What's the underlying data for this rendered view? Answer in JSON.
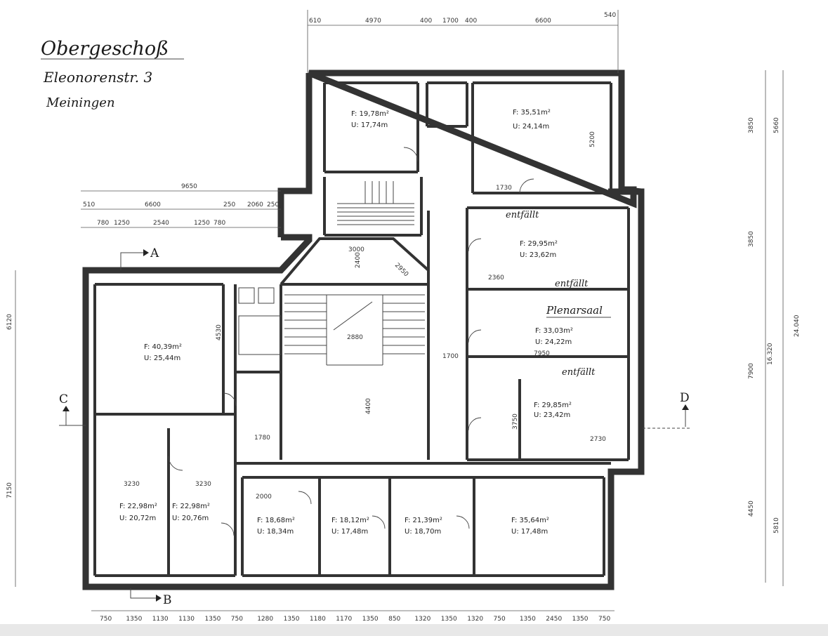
{
  "header": {
    "title": "Obergeschoß",
    "street": "Eleonorenstr. 3",
    "city": "Meiningen"
  },
  "section_marks": {
    "a": "A",
    "b": "B",
    "c": "C",
    "d": "D"
  },
  "rooms": [
    {
      "id": "r1",
      "area": "F: 19,78m²",
      "perimeter": "U: 17,74m"
    },
    {
      "id": "r2",
      "area": "F: 35,51m²",
      "perimeter": "U: 24,14m"
    },
    {
      "id": "r3",
      "area": "F: 40,39m²",
      "perimeter": "U: 25,44m"
    },
    {
      "id": "r4",
      "area": "F: 29,95m²",
      "perimeter": "U: 23,62m"
    },
    {
      "id": "r5",
      "area": "F: 33,03m²",
      "perimeter": "U: 24,22m"
    },
    {
      "id": "r6",
      "area": "F: 29,85m²",
      "perimeter": "U: 23,42m"
    },
    {
      "id": "r7",
      "area": "F: 22,98m²",
      "perimeter": "U: 20,72m"
    },
    {
      "id": "r8",
      "area": "F: 22,98m²",
      "perimeter": "U: 20,76m"
    },
    {
      "id": "r9",
      "area": "F: 18,68m²",
      "perimeter": "U: 18,34m"
    },
    {
      "id": "r10",
      "area": "F: 18,12m²",
      "perimeter": "U: 17,48m"
    },
    {
      "id": "r11",
      "area": "F: 21,39m²",
      "perimeter": "U: 18,70m"
    },
    {
      "id": "r12",
      "area": "F: 35,64m²",
      "perimeter": "U: 17,48m"
    }
  ],
  "annotations": {
    "entfaellt_1": "entfällt",
    "entfaellt_2": "entfällt",
    "entfaellt_3": "entfällt",
    "plenarsaal": "Plenarsaal"
  },
  "dimensions": {
    "top": [
      "610",
      "4970",
      "400",
      "1700",
      "400",
      "6600",
      "540"
    ],
    "upper_left_total": "9650",
    "upper_left_row": [
      "510",
      "6600",
      "250",
      "2060",
      "250"
    ],
    "upper_left_row2": [
      "780",
      "1250",
      "2540",
      "1250",
      "780"
    ],
    "stair_3000": "3000",
    "stair_2400": "2400",
    "stair_2950": "2950",
    "corridor_2880": "2880",
    "corridor_4400": "4400",
    "corridor_1780": "1780",
    "corridor_1700": "1700",
    "right_2360": "2360",
    "right_7950": "7950",
    "right_2730": "2730",
    "right_3750": "3750",
    "right_5200": "5200",
    "right_1730": "1730",
    "left_3230a": "3230",
    "left_3230b": "3230",
    "left_2000": "2000",
    "left_4530": "4530",
    "left_6120": "6120",
    "left_7150": "7150",
    "right_outer_5660": "5660",
    "right_outer_3850": "3850",
    "right_outer_16320": "16.320",
    "right_outer_24040": "24.040",
    "right_outer_4450": "4450",
    "right_outer_5810": "5810",
    "right_outer_7900": "7900",
    "bottom": [
      "750",
      "1350",
      "1130",
      "1130",
      "1350",
      "750",
      "1280",
      "1350",
      "1180",
      "1170",
      "1350",
      "850",
      "1320",
      "1350",
      "1320",
      "750",
      "1350",
      "2450",
      "1350",
      "750"
    ]
  }
}
